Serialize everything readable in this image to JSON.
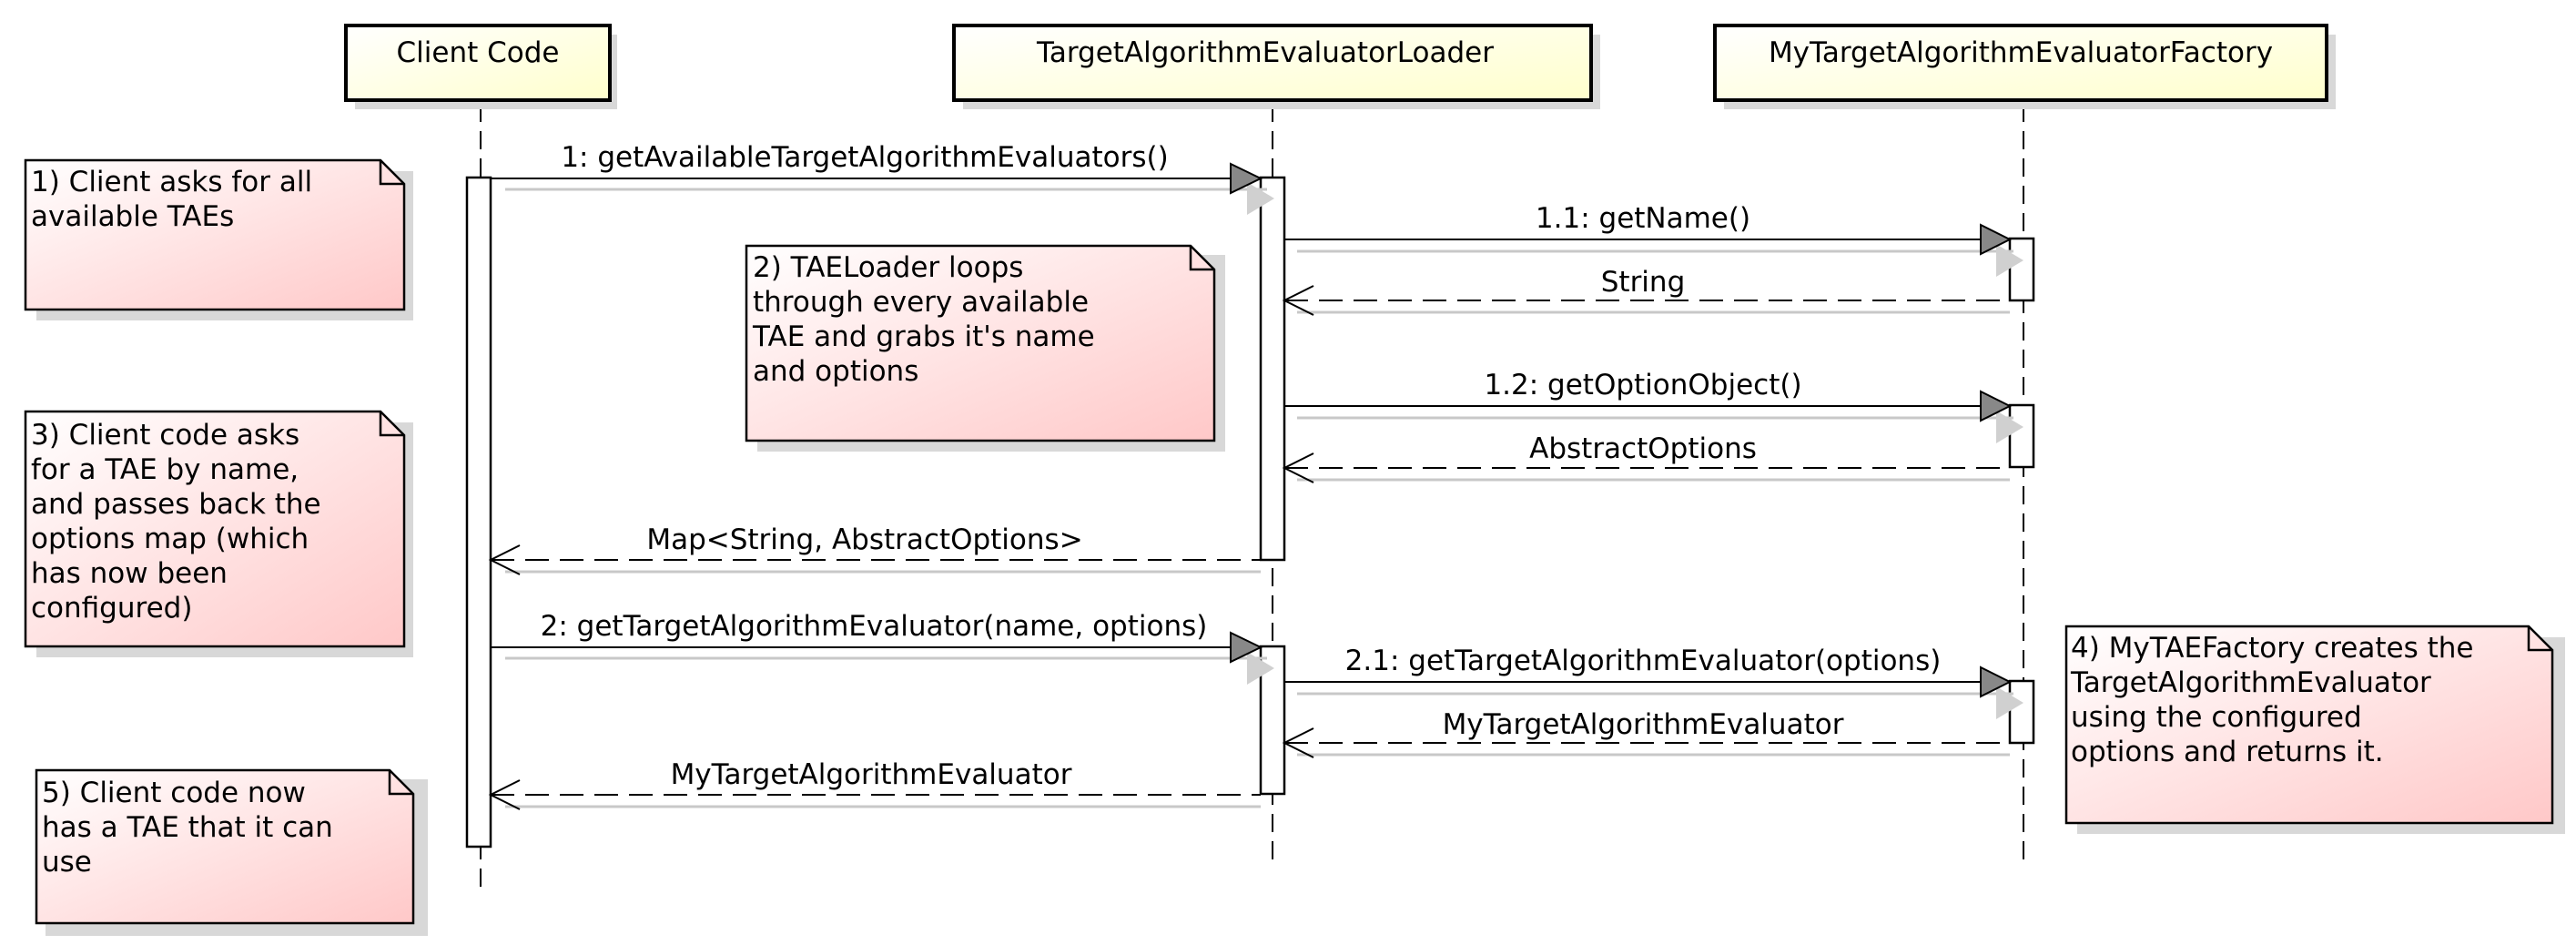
{
  "participants": [
    {
      "id": "client",
      "name": "Client Code"
    },
    {
      "id": "loader",
      "name": "TargetAlgorithmEvaluatorLoader"
    },
    {
      "id": "factory",
      "name": "MyTargetAlgorithmEvaluatorFactory"
    }
  ],
  "messages": [
    {
      "label": "1: getAvailableTargetAlgorithmEvaluators()",
      "from": "client",
      "to": "loader",
      "kind": "call"
    },
    {
      "label": "1.1: getName()",
      "from": "loader",
      "to": "factory",
      "kind": "call"
    },
    {
      "label": "String",
      "from": "factory",
      "to": "loader",
      "kind": "return"
    },
    {
      "label": "1.2: getOptionObject()",
      "from": "loader",
      "to": "factory",
      "kind": "call"
    },
    {
      "label": "AbstractOptions",
      "from": "factory",
      "to": "loader",
      "kind": "return"
    },
    {
      "label": "Map<String, AbstractOptions>",
      "from": "loader",
      "to": "client",
      "kind": "return"
    },
    {
      "label": "2: getTargetAlgorithmEvaluator(name, options)",
      "from": "client",
      "to": "loader",
      "kind": "call"
    },
    {
      "label": "2.1: getTargetAlgorithmEvaluator(options)",
      "from": "loader",
      "to": "factory",
      "kind": "call"
    },
    {
      "label": "MyTargetAlgorithmEvaluator",
      "from": "factory",
      "to": "loader",
      "kind": "return"
    },
    {
      "label": "MyTargetAlgorithmEvaluator",
      "from": "loader",
      "to": "client",
      "kind": "return"
    }
  ],
  "notes": [
    {
      "lines": [
        "1) Client asks for all",
        "available TAEs"
      ]
    },
    {
      "lines": [
        "2) TAELoader loops",
        "through every available",
        "TAE and grabs it's name",
        "and options"
      ]
    },
    {
      "lines": [
        "3) Client code asks",
        "for a TAE by name,",
        "and passes back the",
        "options map  (which",
        "has now been",
        "configured)"
      ]
    },
    {
      "lines": [
        "4) MyTAEFactory creates the",
        "TargetAlgorithmEvaluator",
        "using the configured",
        "options and returns it."
      ]
    },
    {
      "lines": [
        "5) Client code now",
        "has a TAE that it can",
        "use"
      ]
    }
  ],
  "colors": {
    "participant_fill_top": "#ffffff",
    "participant_fill_bottom": "#ffffcc",
    "note_fill_light": "#ffffff",
    "note_fill_dark": "#ffc8c8",
    "shadow": "#d8d8d8",
    "line": "#000000",
    "arrowhead_fill": "#888888"
  }
}
